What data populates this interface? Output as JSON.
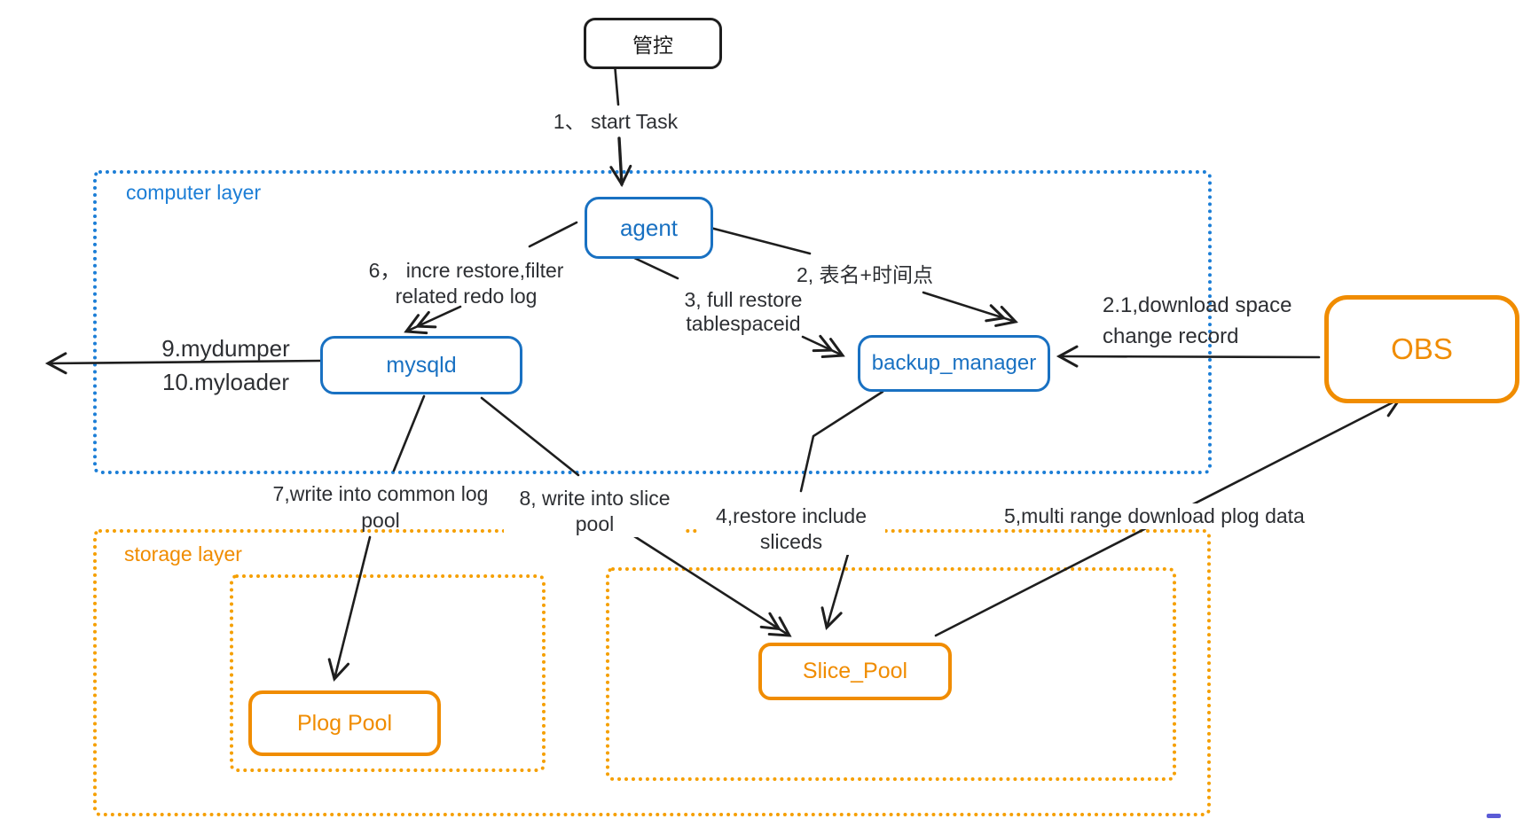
{
  "diagram": {
    "nodes": {
      "control": {
        "label": "管控"
      },
      "agent": {
        "label": "agent"
      },
      "mysqld": {
        "label": "mysqld"
      },
      "backup_manager": {
        "label": "backup_manager"
      },
      "obs": {
        "label": "OBS"
      },
      "slice_pool": {
        "label": "Slice_Pool"
      },
      "plog_pool": {
        "label": "Plog Pool"
      }
    },
    "layers": {
      "computer": {
        "label": "computer layer"
      },
      "storage": {
        "label": "storage layer"
      }
    },
    "edges": {
      "start_task": {
        "label": "1、 start Task"
      },
      "table_time": {
        "label": "2, 表名+时间点"
      },
      "download_record": {
        "line1": "2.1,download space",
        "line2": "change record"
      },
      "full_restore": {
        "line1": "3, full restore",
        "line2": "tablespaceid"
      },
      "restore_sliceds": {
        "label": "4,restore include sliceds"
      },
      "multi_range": {
        "label": "5,multi range download plog data"
      },
      "incre_restore": {
        "line1": "6， incre restore,filter",
        "line2": "related redo log"
      },
      "write_common_log": {
        "line1": "7,write into common log",
        "line2": "pool"
      },
      "write_slice_pool": {
        "label": "8, write into slice pool"
      },
      "mydumper": {
        "label": "9.mydumper"
      },
      "myloader": {
        "label": "10.myloader"
      }
    },
    "colors": {
      "blue": "#1971c2",
      "blue_dotted": "#1c7ed6",
      "orange": "#f08c00",
      "orange_dotted": "#f59f00",
      "line_black": "#1e1e1e"
    }
  }
}
